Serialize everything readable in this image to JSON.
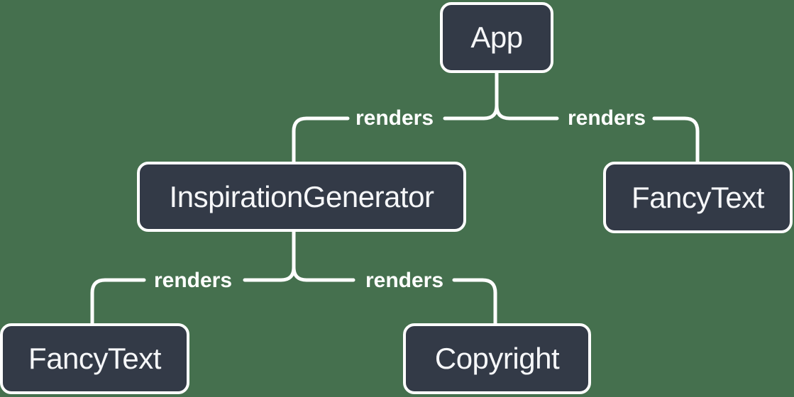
{
  "diagram": {
    "type": "tree",
    "colors": {
      "background": "#45704E",
      "node_fill": "#333A47",
      "node_border": "#FFFFFF",
      "node_text": "#F6F7F9",
      "edge_line": "#FFFFFF",
      "edge_label_text": "#FFFFFF"
    },
    "nodes": [
      {
        "id": "app",
        "label": "App"
      },
      {
        "id": "inspiration-generator",
        "label": "InspirationGenerator"
      },
      {
        "id": "fancy-text-top",
        "label": "FancyText"
      },
      {
        "id": "fancy-text-bottom",
        "label": "FancyText"
      },
      {
        "id": "copyright",
        "label": "Copyright"
      }
    ],
    "edges": [
      {
        "from": "App",
        "to": "InspirationGenerator",
        "label": "renders"
      },
      {
        "from": "App",
        "to": "FancyText",
        "label": "renders"
      },
      {
        "from": "InspirationGenerator",
        "to": "FancyText",
        "label": "renders"
      },
      {
        "from": "InspirationGenerator",
        "to": "Copyright",
        "label": "renders"
      }
    ]
  }
}
